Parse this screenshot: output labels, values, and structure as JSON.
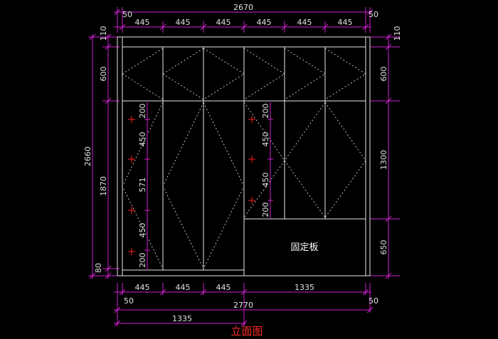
{
  "drawing": {
    "title": "立面图",
    "fixed_panel_label": "固定板",
    "colors": {
      "dimension": "#d020d0",
      "line": "#e8e8e8",
      "marker": "#ff2020",
      "title": "#ff2a2a"
    }
  },
  "dimensions": {
    "top_total": "2670",
    "top_left_offset": "50",
    "top_right_offset": "50",
    "top_segments": [
      "445",
      "445",
      "445",
      "445",
      "445",
      "445"
    ],
    "left_outer": [
      "110",
      "600",
      "1870",
      "80"
    ],
    "left_total": "2660",
    "left_inner": [
      "200",
      "450",
      "571",
      "450",
      "200"
    ],
    "mid_inner": [
      "200",
      "450",
      "450",
      "200"
    ],
    "right_side": [
      "110",
      "600",
      "1300",
      "650"
    ],
    "bottom_segments": [
      "445",
      "445",
      "445",
      "1335"
    ],
    "bottom_left_offset": "50",
    "bottom_right_offset": "50",
    "bottom_total": "2770",
    "bottom_sub": "1335"
  }
}
